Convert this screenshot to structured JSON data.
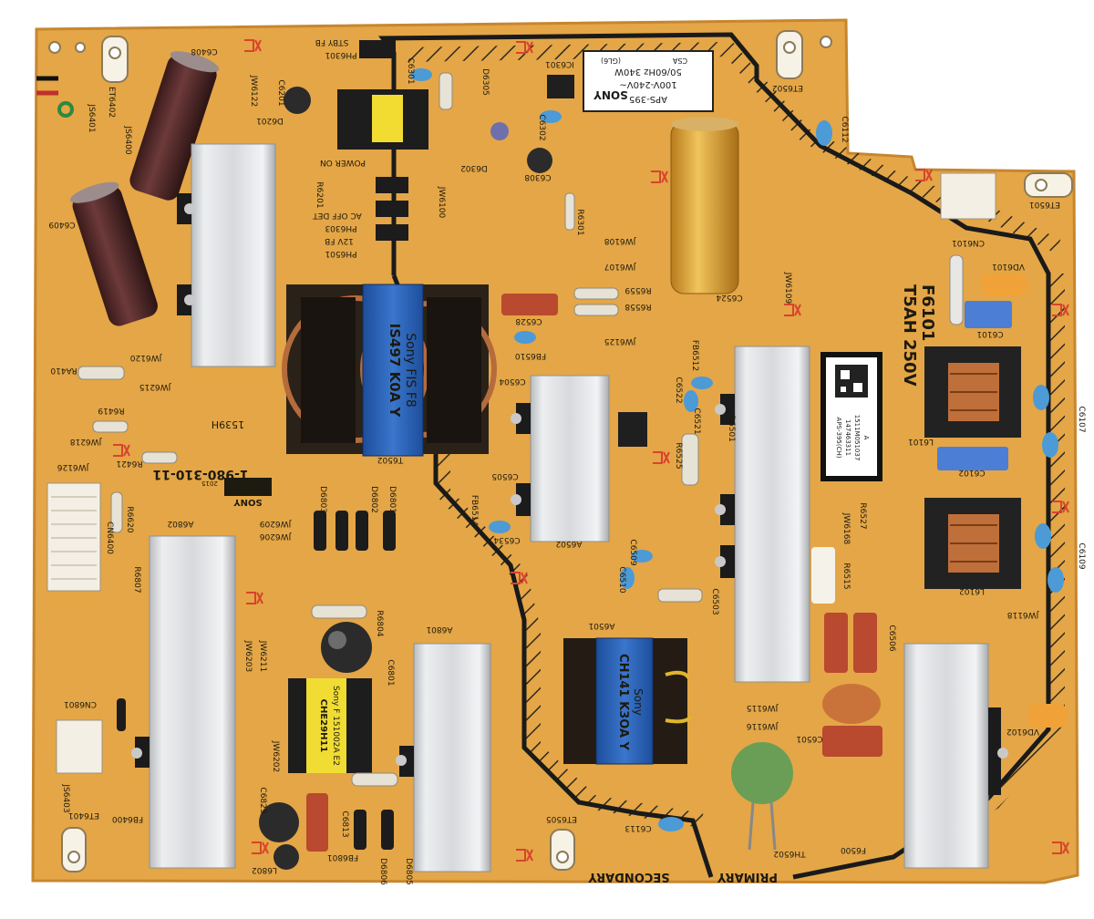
{
  "board": {
    "colors": {
      "pcb": "#e4a646",
      "pcb_edge": "#c7862e",
      "silk": "#1d1a10",
      "heatsink": "#d8dadd",
      "transformer_blue": "#2a62b8",
      "capacitor_brown": "#4a2424",
      "capacitor_gold": "#e0a838",
      "ceramic_blue": "#4c9ad6",
      "connector_white": "#f3efe6"
    },
    "part_number": "1-980-310-11",
    "logo_text": "GL 6",
    "year": "2015",
    "maker": "SONY",
    "date_code": "1539H",
    "fuse_ref": "F6101",
    "fuse_rating_1": "T5AH",
    "fuse_rating_2": "250V",
    "zone_secondary": "SECONDARY",
    "zone_primary": "PRIMARY"
  },
  "label": {
    "brand": "SONY",
    "model": "APS-395",
    "rating_1": "100V-240V~",
    "rating_2": "50/60Hz 340W",
    "cert": "CSA",
    "sub": "(GL6)"
  },
  "serial_label": {
    "line_1": "APS-395(CH)",
    "line_2": "147463311",
    "line_3": "1511M051037",
    "line_4": "A"
  },
  "transformers": {
    "main_line_1": "IS497 K0A Y",
    "main_line_2": "Sony FIS F8",
    "sub_line_1": "CH141 K3OA Y",
    "sub_line_2": "Sony"
  },
  "standby": {
    "line_1": "CHE29H11",
    "line_2": "Sony F 151002A E2"
  },
  "refs": {
    "r1": "C6408",
    "r2": "ET6402",
    "r3": "JS6401",
    "r4": "JS6400",
    "r5": "C6409",
    "r6": "JW6122",
    "r7": "C6201",
    "r8": "D6201",
    "r9": "PH6301",
    "r10": "STBY FB",
    "r11": "C6301",
    "r12": "D6305",
    "r13": "IC6301",
    "r14": "C6302",
    "r15": "D6302",
    "r16": "C6308",
    "r17": "POWER ON",
    "r18": "AC OFF DET",
    "r19": "12V FB",
    "r20": "PH6501",
    "r21": "PH6303",
    "r22": "R6201",
    "r23": "JW6100",
    "r24": "R6301",
    "r25": "JW6108",
    "r26": "JW6107",
    "r27": "JW6109",
    "r28": "ET6502",
    "r29": "C6112",
    "r30": "ET6501",
    "r31": "CN6101",
    "r32": "VD6101",
    "r33": "C6101",
    "r34": "R6558",
    "r35": "R6559",
    "r36": "C6528",
    "r37": "JW6125",
    "r38": "C6524",
    "r39": "JW6120",
    "r40": "RA410",
    "r41": "R6419",
    "r42": "JW6215",
    "r43": "JW6218",
    "r44": "R6421",
    "r45": "JW6126",
    "r46": "T6502",
    "r47": "CN6400",
    "r48": "R6620",
    "r49": "R6807",
    "r50": "A6802",
    "r51": "A6801",
    "r52": "D6801",
    "r53": "D6803",
    "r54": "JW6209",
    "r55": "JW6206",
    "r56": "R6804",
    "r57": "C6801",
    "r58": "C6813",
    "r59": "JW6202",
    "r60": "CN6801",
    "r61": "JS6403",
    "r62": "ET6401",
    "r63": "FB6400",
    "r64": "L6802",
    "r65": "D6805",
    "r66": "D6806",
    "r67": "ET6505",
    "r68": "C6113",
    "r69": "TH6502",
    "r70": "F6500",
    "r71": "C6501",
    "r72": "JW6115",
    "r73": "JW6116",
    "r74": "C6506",
    "r75": "VD6102",
    "r76": "L6102",
    "r77": "JW6118",
    "r78": "C6109",
    "r79": "R6515",
    "r80": "JW6168",
    "r81": "R6527",
    "r82": "C6102",
    "r83": "L6101",
    "r84": "C6107",
    "r85": "D6501",
    "r86": "R6525",
    "r87": "C6522",
    "r88": "C6521",
    "r89": "FB6512",
    "r90": "C6510",
    "r91": "C6509",
    "r92": "A6502",
    "r93": "C6534",
    "r94": "FB6514",
    "r95": "C6505",
    "r96": "C6504",
    "r97": "FB6510",
    "r98": "C6503",
    "r99": "A6501",
    "r100": "JW6203",
    "r101": "JW6211",
    "r102": "D6802",
    "r103": "C6823",
    "r104": "FB6801"
  }
}
